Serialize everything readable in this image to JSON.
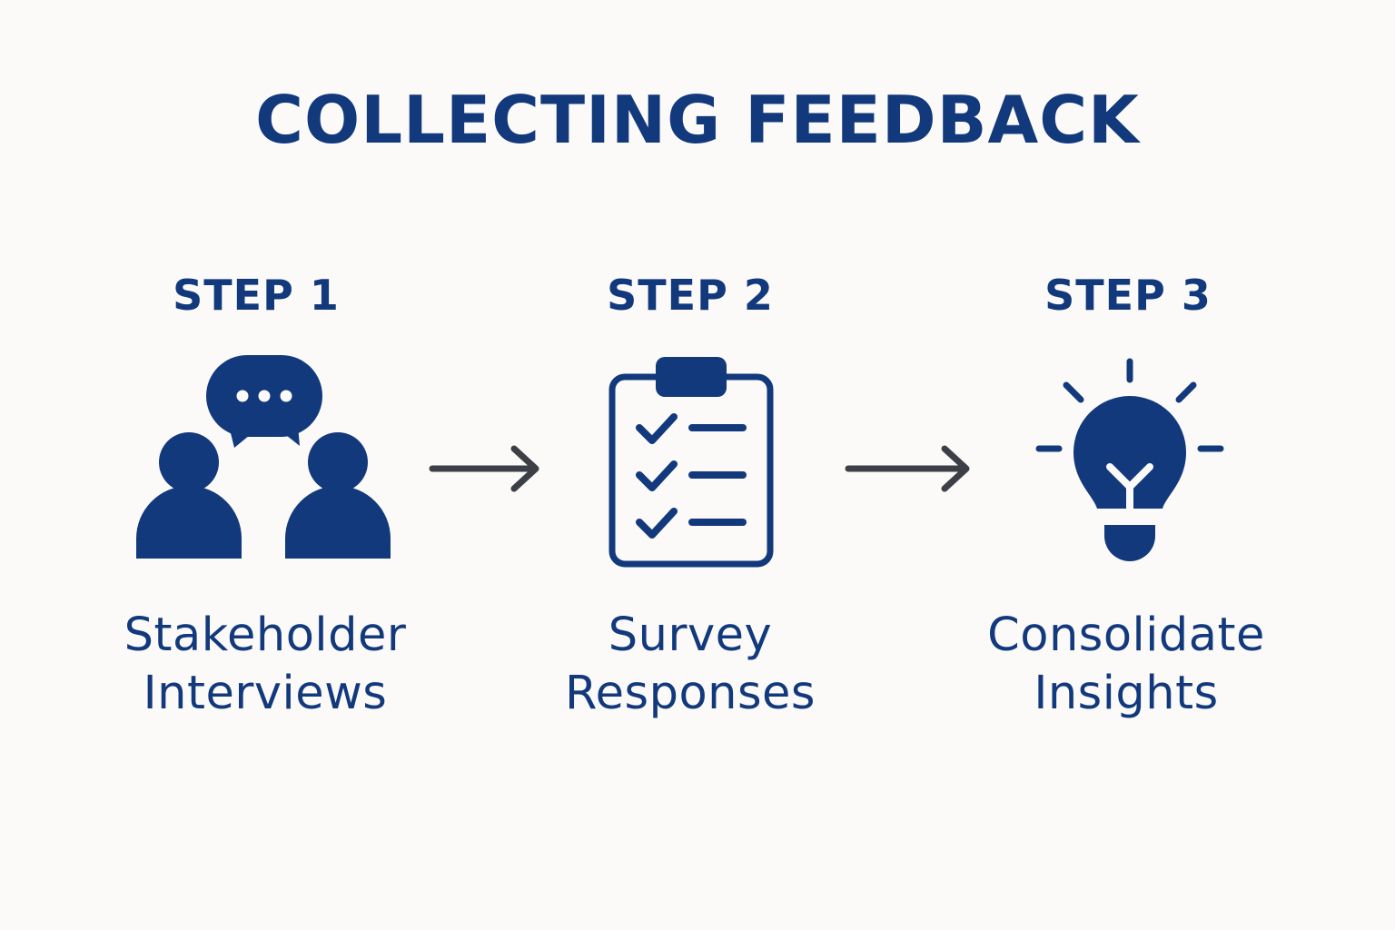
{
  "title": "COLLECTING FEEDBACK",
  "colors": {
    "primary": "#12397c",
    "arrow": "#3c3f45",
    "background": "#fbfaf8"
  },
  "steps": [
    {
      "label": "STEP 1",
      "icon": "people-conversation-icon",
      "text_line1": "Stakeholder",
      "text_line2": "Interviews"
    },
    {
      "label": "STEP 2",
      "icon": "clipboard-checklist-icon",
      "text_line1": "Survey",
      "text_line2": "Responses"
    },
    {
      "label": "STEP 3",
      "icon": "lightbulb-icon",
      "text_line1": "Consolidate",
      "text_line2": "Insights"
    }
  ],
  "connectors": [
    "arrow-right-icon",
    "arrow-right-icon"
  ]
}
